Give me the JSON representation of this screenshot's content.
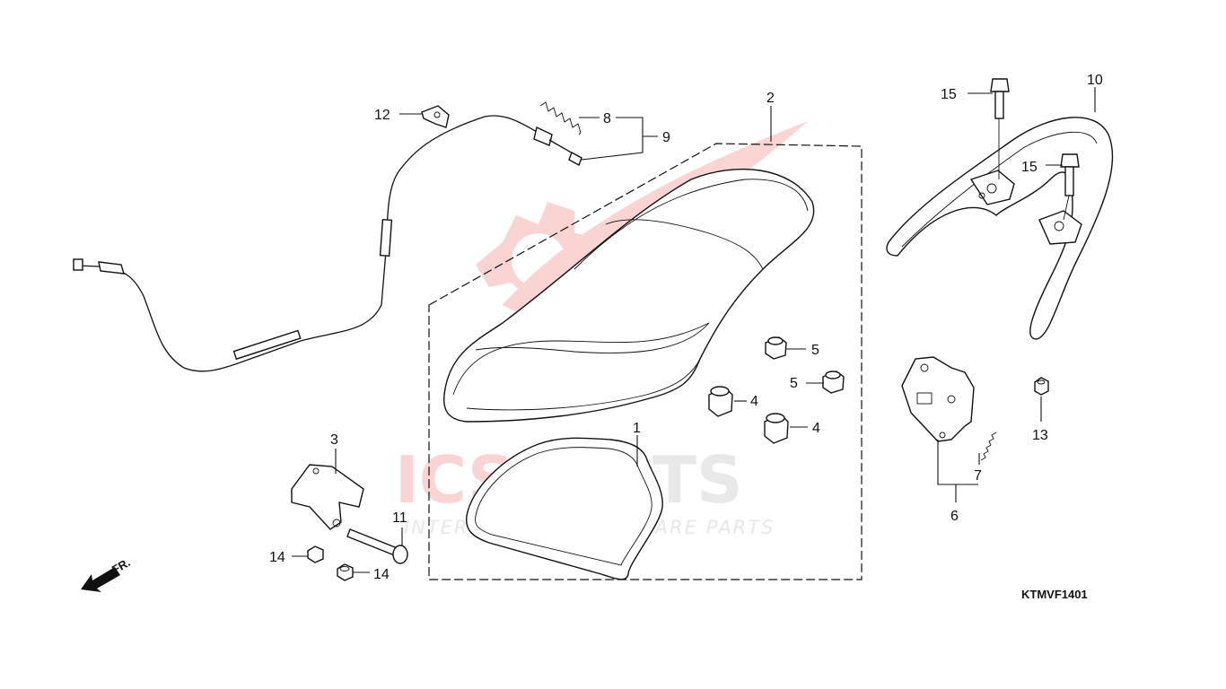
{
  "diagram_code": "KTMVF1401",
  "direction_label": "FR.",
  "watermark": {
    "brand": "ICSPARTS",
    "brand_highlight": "ICS",
    "brand_rest": "PARTS",
    "tagline": "INTERCONTINENTAL SPARE PARTS",
    "colors": {
      "accent": "#e8423d",
      "gray": "#b5b5b5"
    }
  },
  "callouts": {
    "p1": "1",
    "p2": "2",
    "p3": "3",
    "p4a": "4",
    "p4b": "4",
    "p5a": "5",
    "p5b": "5",
    "p6": "6",
    "p7": "7",
    "p8": "8",
    "p9": "9",
    "p10": "10",
    "p11": "11",
    "p12": "12",
    "p13": "13",
    "p14a": "14",
    "p14b": "14",
    "p15a": "15",
    "p15b": "15"
  }
}
